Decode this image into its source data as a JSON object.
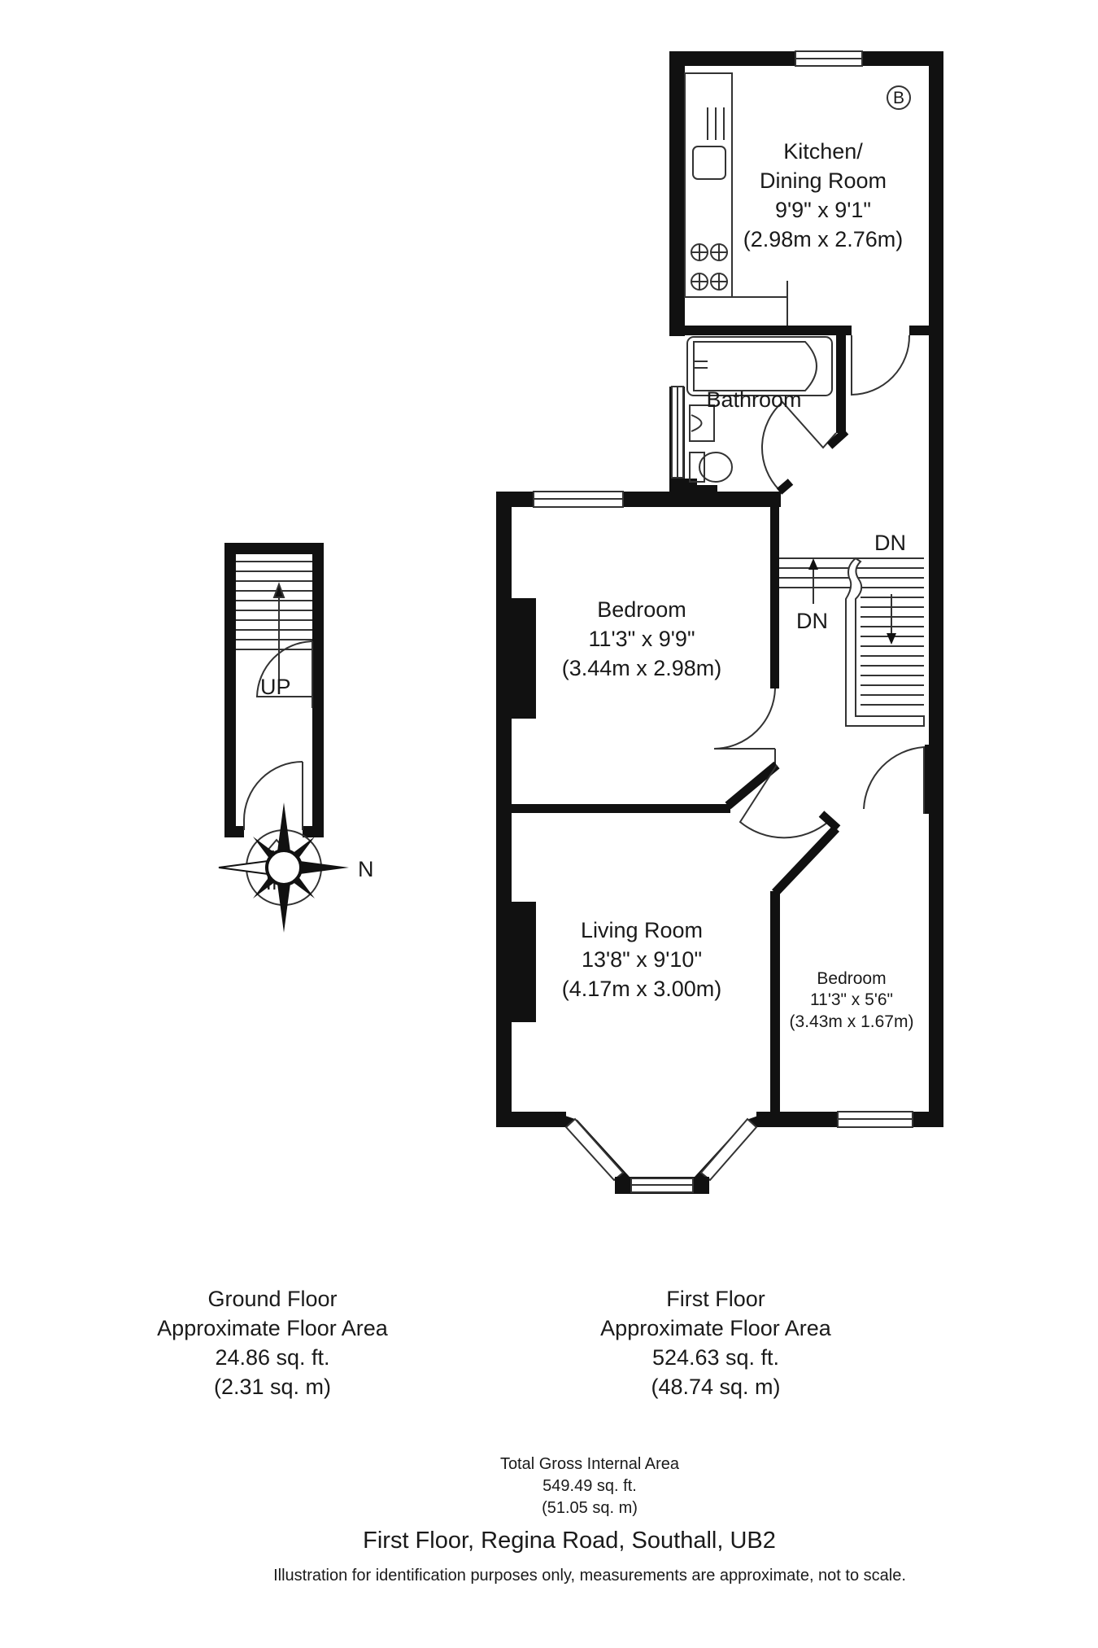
{
  "rooms": {
    "kitchen": {
      "name_line1": "Kitchen/",
      "name_line2": "Dining Room",
      "imperial": "9'9\" x 9'1\"",
      "metric": "(2.98m x 2.76m)"
    },
    "bathroom": {
      "name": "Bathroom"
    },
    "bedroom1": {
      "name": "Bedroom",
      "imperial": "11'3\" x 9'9\"",
      "metric": "(3.44m x 2.98m)"
    },
    "living": {
      "name": "Living Room",
      "imperial": "13'8\" x 9'10\"",
      "metric": "(4.17m x 3.00m)"
    },
    "bedroom2": {
      "name": "Bedroom",
      "imperial": "11'3\" x 5'6\"",
      "metric": "(3.43m x 1.67m)"
    }
  },
  "tags": {
    "boiler": "B",
    "dn_upper": "DN",
    "dn_lower": "DN",
    "up": "UP",
    "in": "IN",
    "north": "N"
  },
  "ground_floor": {
    "title": "Ground Floor",
    "subtitle": "Approximate Floor Area",
    "sqft": "24.86 sq. ft.",
    "sqm": "(2.31 sq. m)"
  },
  "first_floor": {
    "title": "First Floor",
    "subtitle": "Approximate Floor Area",
    "sqft": "524.63 sq. ft.",
    "sqm": "(48.74 sq. m)"
  },
  "total": {
    "title": "Total Gross Internal Area",
    "sqft": "549.49 sq. ft.",
    "sqm": "(51.05 sq. m)"
  },
  "address": "First Floor, Regina Road, Southall, UB2",
  "disclaimer": "Illustration for identification purposes only, measurements are approximate, not to scale.",
  "colors": {
    "wall": "#111111",
    "line": "#333333",
    "background": "#ffffff"
  }
}
